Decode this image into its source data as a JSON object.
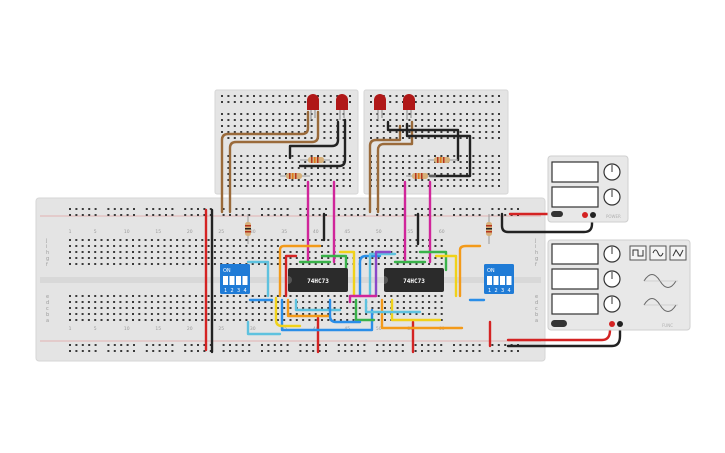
{
  "chips": [
    {
      "label": "74HC73"
    },
    {
      "label": "74HC73"
    }
  ],
  "main_breadboard": {
    "column_numbers": [
      "1",
      "5",
      "10",
      "15",
      "20",
      "25",
      "30",
      "35",
      "40",
      "45",
      "50",
      "55",
      "60"
    ],
    "row_letters_top": [
      "j",
      "i",
      "h",
      "g",
      "f"
    ],
    "row_letters_bottom": [
      "e",
      "d",
      "c",
      "b",
      "a"
    ]
  },
  "dip_switches": [
    {
      "on_label": "ON",
      "positions": [
        "1",
        "2",
        "3",
        "4"
      ]
    },
    {
      "on_label": "ON",
      "positions": [
        "1",
        "2",
        "3",
        "4"
      ]
    }
  ],
  "power_supply": {
    "brand": "POWER"
  },
  "function_generator": {
    "brand": "FUNC"
  },
  "colors": {
    "board": "#e4e4e4",
    "hole": "#3a3a3a",
    "chip": "#2b2b2b",
    "dip": "#1f7bd6",
    "led": "#b01818",
    "wire_red": "#d42323",
    "wire_black": "#222222",
    "wire_brown": "#9a6a3a",
    "wire_magenta": "#d0259a",
    "wire_orange": "#f39a1a",
    "wire_yellow": "#f0d21a",
    "wire_green": "#39b24a",
    "wire_blue": "#2a8ee8",
    "wire_cyan": "#5ec2df",
    "wire_purple": "#8a48c8"
  }
}
